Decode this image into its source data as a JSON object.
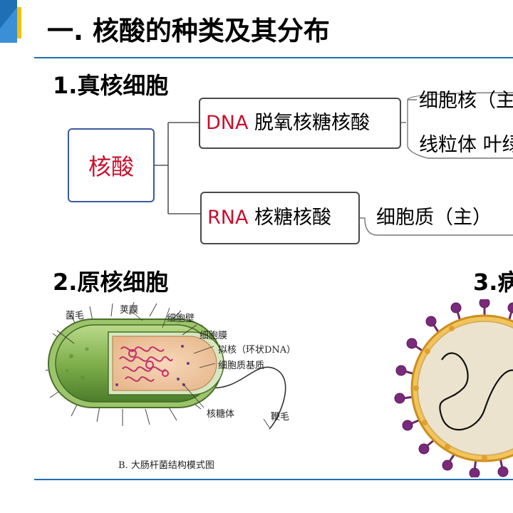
{
  "page": {
    "title": "一. 核酸的种类及其分布",
    "colors": {
      "accent_blue": "#1f6fb5",
      "accent_yellow": "#f2c200",
      "red_text": "#c8102e"
    }
  },
  "sections": {
    "eukaryote": "1.真核细胞",
    "prokaryote": "2.原核细胞",
    "virus": "3.病"
  },
  "mindmap": {
    "root": "核酸",
    "dna": {
      "abbr": "DNA",
      "name": " 脱氧核糖核酸"
    },
    "dna_locations": [
      "细胞核（主",
      "线粒体 叶绿"
    ],
    "rna": {
      "abbr": "RNA",
      "name": " 核糖核酸"
    },
    "rna_locations": [
      "细胞质（主）"
    ]
  },
  "bacteria": {
    "labels": {
      "pili": "菌毛",
      "capsule": "荚膜",
      "cell_wall": "细胞壁",
      "cell_membrane": "细胞膜",
      "nucleoid": "拟核（环状DNA）",
      "cytoplasm_matrix": "细胞质基质",
      "ribosome": "核糖体",
      "flagellum": "鞭毛"
    },
    "caption": "B.  大肠杆菌结构模式图"
  }
}
